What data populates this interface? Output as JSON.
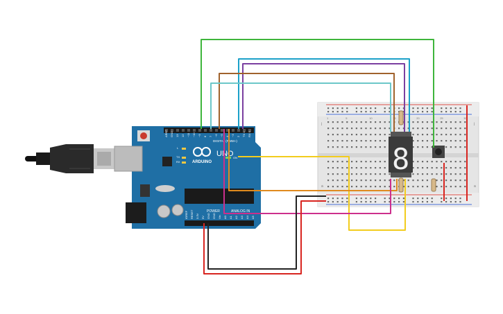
{
  "arduino": {
    "brand": "ARDUINO",
    "model": "UNO",
    "digital_label": "DIGITAL (PWM~)",
    "power_label": "POWER",
    "analog_label": "ANALOG IN",
    "tx_label": "TX",
    "rx_label": "RX",
    "l_label": "L",
    "on_label": "ON",
    "top_pins": [
      "AREF",
      "GND",
      "13",
      "12",
      "~11",
      "~10",
      "~9",
      "8",
      "7",
      "~6",
      "~5",
      "4",
      "~3",
      "2",
      "TX 1",
      "RX 0"
    ],
    "bottom_pins": [
      "IOREF",
      "RESET",
      "3.3V",
      "5V",
      "GND",
      "GND",
      "Vin",
      "A0",
      "A1",
      "A2",
      "A3",
      "A4",
      "A5"
    ]
  },
  "breadboard": {
    "col_numbers": [
      "1",
      "5",
      "10",
      "15",
      "20",
      "25",
      "30"
    ],
    "row_letters_top": [
      "j",
      "i",
      "h",
      "g",
      "f"
    ],
    "row_letters_bottom": [
      "e",
      "d",
      "c",
      "b",
      "a"
    ]
  },
  "display": {
    "digit": "8"
  },
  "colors": {
    "board": "#1f6fa5",
    "breadboard": "#e8e8e8",
    "wire_green": "#3eb53b",
    "wire_blue": "#1ba1c9",
    "wire_purple": "#7a3fa0",
    "wire_brown": "#a0622c",
    "wire_cyan": "#6cc7c9",
    "wire_yellow": "#f2cc1d",
    "wire_orange": "#e08a1e",
    "wire_magenta": "#cc2f8c",
    "wire_red": "#d8241f",
    "wire_black": "#222222"
  },
  "icons": [
    "usb-cable-icon",
    "reset-button-icon",
    "arduino-logo-icon",
    "pushbutton-icon",
    "resistor-icon"
  ]
}
